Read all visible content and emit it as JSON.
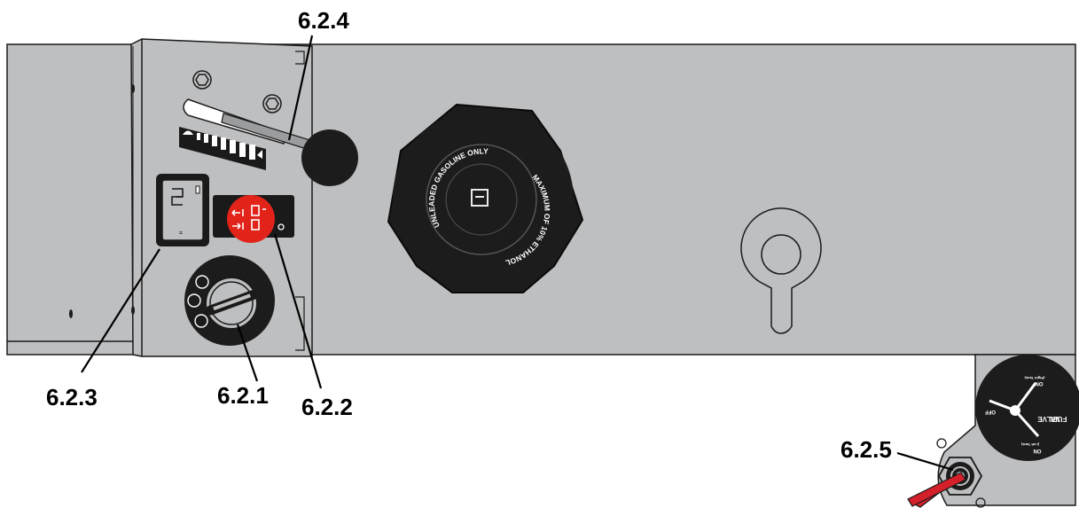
{
  "callouts": {
    "c1": "6.2.1",
    "c2": "6.2.2",
    "c3": "6.2.3",
    "c4": "6.2.4",
    "c5": "6.2.5"
  },
  "fuel_cap": {
    "ring_top": "UNLEADED GASOLINE ONLY",
    "ring_bottom": "MAXIMUM OF 10% ETHANOL"
  },
  "fuel_valve": {
    "title_line1": "FUEL",
    "title_line2": "VALVE",
    "on_top": "ON",
    "on_top_sub": "(Right Tank)",
    "off": "OFF",
    "on_bottom": "ON",
    "on_bottom_sub": "(Left Tank)"
  },
  "colors": {
    "panel": "#bebfc1",
    "outline": "#1a1a1a",
    "knob": "#1c1c1c",
    "indicator": "#e2231a",
    "valve_handle": "#d4202a"
  }
}
